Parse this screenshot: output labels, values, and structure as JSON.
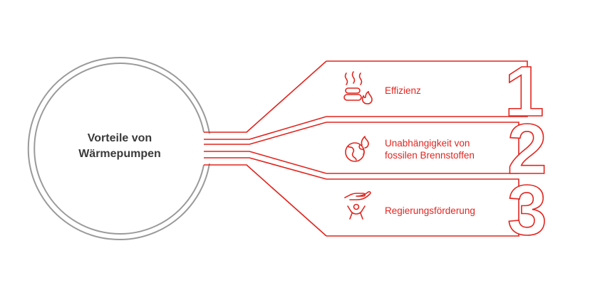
{
  "hub": {
    "title_line1": "Vorteile von",
    "title_line2": "Wärmepumpen"
  },
  "items": [
    {
      "number": "1",
      "label": "Effizienz",
      "icon": "heating-bowl-flame-icon"
    },
    {
      "number": "2",
      "label_line1": "Unabhängigkeit von",
      "label_line2": "fossilen Brennstoffen",
      "icon": "burning-globe-icon"
    },
    {
      "number": "3",
      "label": "Regierungsförderung",
      "icon": "hand-over-person-icon"
    }
  ],
  "colors": {
    "accent": "#e2251f",
    "hub_stroke": "#9a9a9a",
    "text": "#3a3a3a"
  }
}
